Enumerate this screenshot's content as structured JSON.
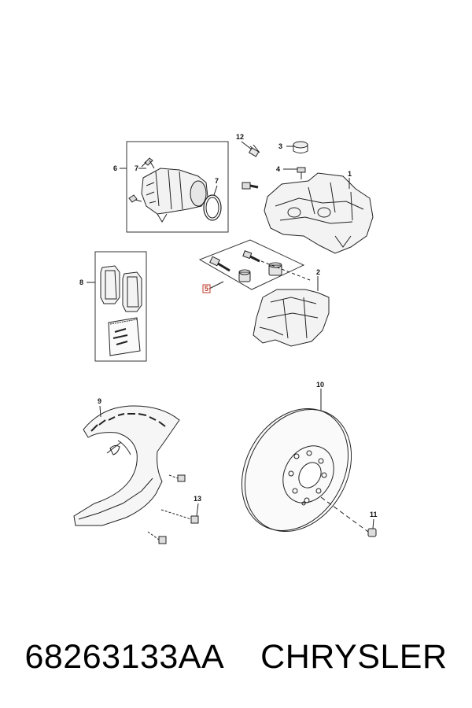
{
  "callouts": {
    "c1": "1",
    "c2": "2",
    "c3": "3",
    "c4": "4",
    "c5": "5",
    "c6": "6",
    "c7a": "7",
    "c7b": "7",
    "c8": "8",
    "c9": "9",
    "c10": "10",
    "c11": "11",
    "c12": "12",
    "c13": "13"
  },
  "highlight_color": "#c0392b",
  "footer": {
    "part_number": "68263133AA",
    "brand": "CHRYSLER"
  }
}
